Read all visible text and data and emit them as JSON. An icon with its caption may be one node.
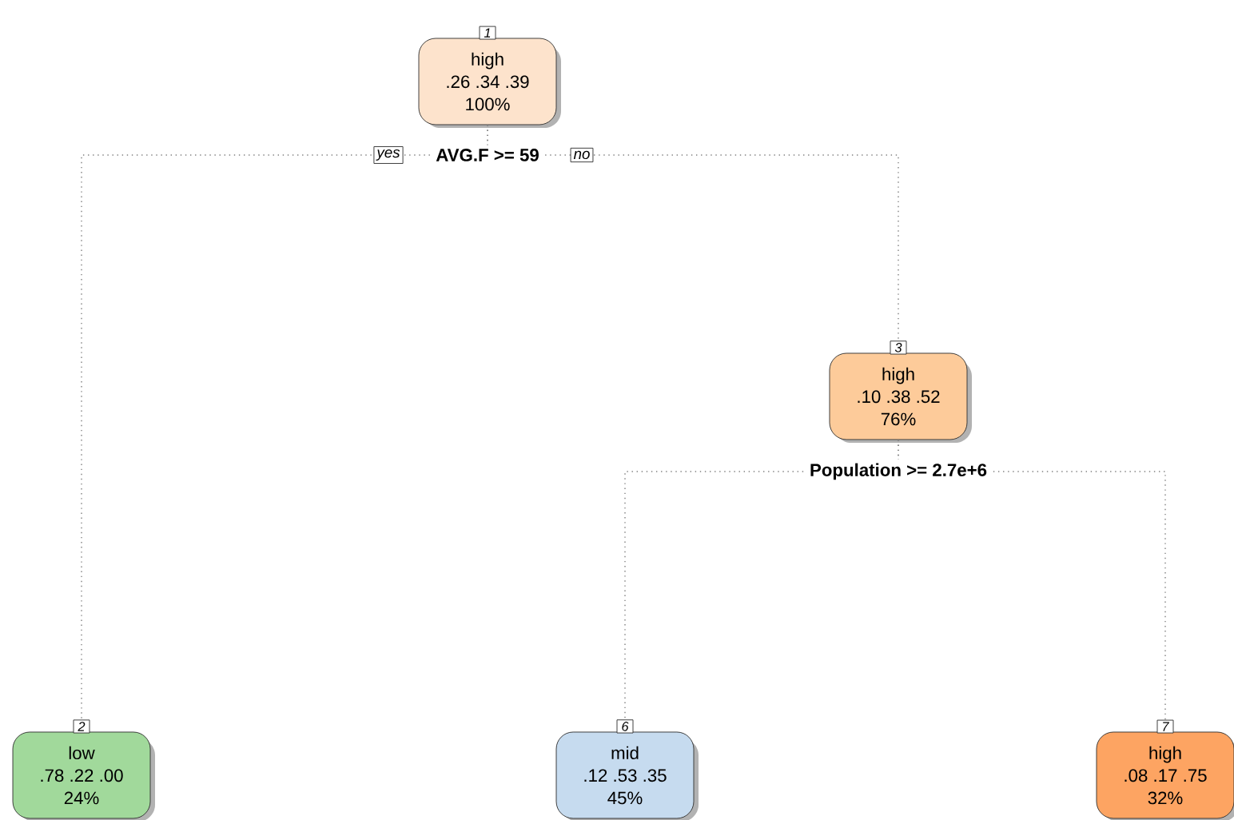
{
  "diagram": {
    "nodes": [
      {
        "text": [
          "high",
          ".26 .34 .39",
          "100%"
        ],
        "beside": [
          "1"
        ]
      },
      {
        "text": [
          "low",
          ".78 .22 .00",
          "24%"
        ],
        "beside": [
          "2"
        ]
      },
      {
        "text": [
          "high",
          ".10 .38 .52",
          "76%"
        ],
        "beside": [
          "3"
        ]
      },
      {
        "text": [
          "mid",
          ".12 .53 .35",
          "45%"
        ],
        "beside": [
          "6"
        ]
      },
      {
        "text": [
          "high",
          ".08 .17 .75",
          "32%"
        ],
        "beside": [
          "7"
        ]
      }
    ],
    "edges": [
      {
        "from": 0,
        "to": 1,
        "arrow": "none",
        "label": "yes",
        "style": "dashed"
      },
      {
        "from": 0,
        "to": 2,
        "arrow": "none",
        "label": "no",
        "style": "dashed"
      },
      {
        "from": 2,
        "to": 3,
        "arrow": "none",
        "style": "dashed"
      },
      {
        "from": 2,
        "to": 4,
        "arrow": "none",
        "style": "dashed"
      }
    ],
    "labels": [
      "AVG.F >= 59",
      "Population >= 2.7e+6"
    ]
  }
}
